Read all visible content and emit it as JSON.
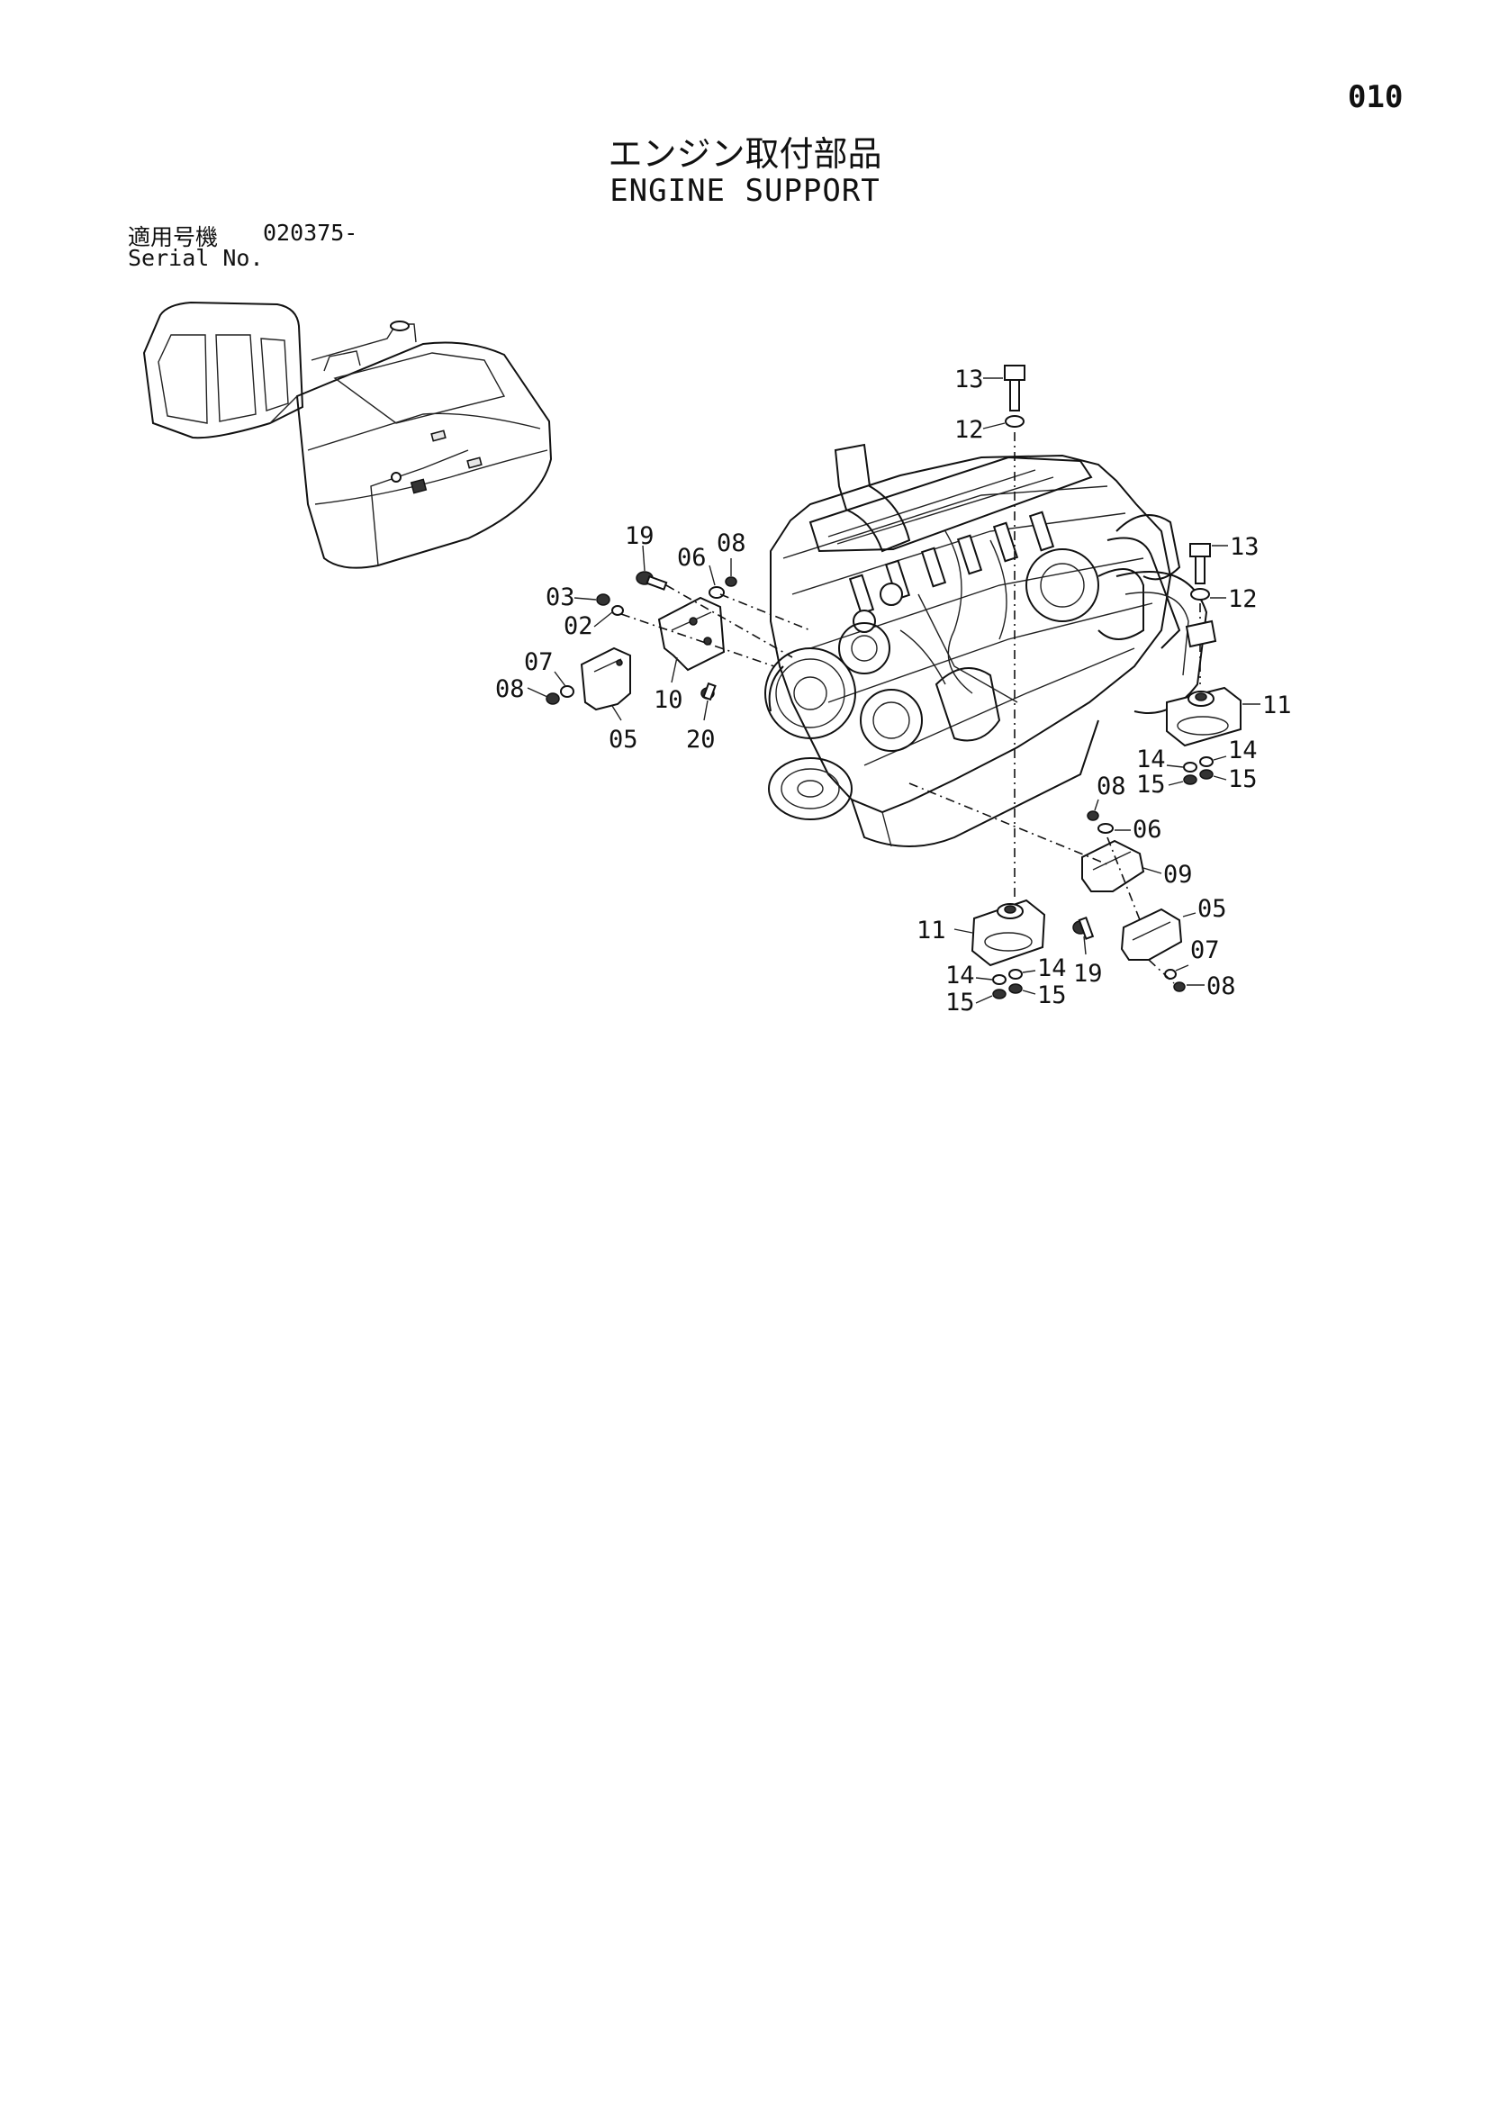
{
  "page": {
    "number": "010"
  },
  "title": {
    "japanese": "エンジン取付部品",
    "english": "ENGINE SUPPORT"
  },
  "serial": {
    "japanese_label": "適用号機",
    "value": "020375-",
    "english_label": "Serial No."
  },
  "callouts": [
    {
      "id": "c-13a",
      "label": "13"
    },
    {
      "id": "c-12a",
      "label": "12"
    },
    {
      "id": "c-19a",
      "label": "19"
    },
    {
      "id": "c-06a",
      "label": "06"
    },
    {
      "id": "c-08a",
      "label": "08"
    },
    {
      "id": "c-03",
      "label": "03"
    },
    {
      "id": "c-02",
      "label": "02"
    },
    {
      "id": "c-07a",
      "label": "07"
    },
    {
      "id": "c-08b",
      "label": "08"
    },
    {
      "id": "c-10",
      "label": "10"
    },
    {
      "id": "c-05a",
      "label": "05"
    },
    {
      "id": "c-20",
      "label": "20"
    },
    {
      "id": "c-13b",
      "label": "13"
    },
    {
      "id": "c-12b",
      "label": "12"
    },
    {
      "id": "c-11a",
      "label": "11"
    },
    {
      "id": "c-14a",
      "label": "14"
    },
    {
      "id": "c-14b",
      "label": "14"
    },
    {
      "id": "c-15a",
      "label": "15"
    },
    {
      "id": "c-15b",
      "label": "15"
    },
    {
      "id": "c-08c",
      "label": "08"
    },
    {
      "id": "c-06b",
      "label": "06"
    },
    {
      "id": "c-09",
      "label": "09"
    },
    {
      "id": "c-05b",
      "label": "05"
    },
    {
      "id": "c-11b",
      "label": "11"
    },
    {
      "id": "c-07b",
      "label": "07"
    },
    {
      "id": "c-08d",
      "label": "08"
    },
    {
      "id": "c-19b",
      "label": "19"
    },
    {
      "id": "c-14c",
      "label": "14"
    },
    {
      "id": "c-14d",
      "label": "14"
    },
    {
      "id": "c-15c",
      "label": "15"
    },
    {
      "id": "c-15d",
      "label": "15"
    }
  ]
}
